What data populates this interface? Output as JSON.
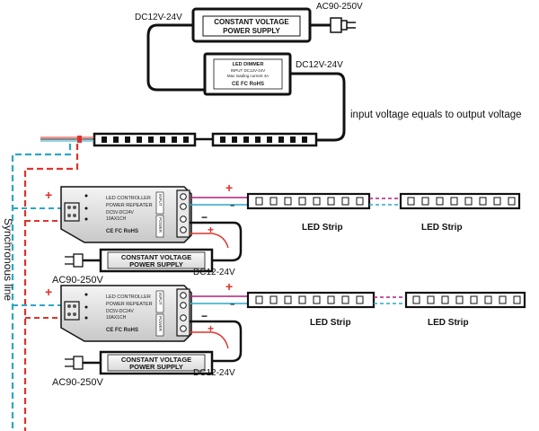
{
  "top": {
    "psu_label_1": "CONSTANT VOLTAGE",
    "psu_label_2": "POWER SUPPLY",
    "dc_in_label": "DC12V-24V",
    "ac_in_label": "AC90-250V",
    "dimmer_title": "LED DIMMER",
    "dimmer_spec_1": "INPUT    DC12V-24V",
    "dimmer_spec_2": "Max loading current 4A",
    "dimmer_cert": "CE FC RoHS",
    "dimmer_out_label": "DC12V-24V",
    "note": "input voltage equals to output voltage"
  },
  "side_label": "Synchronous line",
  "units": [
    {
      "controller_lines": [
        "LED CONTROLLER",
        "POWER REPEATER",
        "DC5V-DC24V",
        "10AX1CH"
      ],
      "controller_cert": "CE FC RoHS",
      "input_label": "INPUT",
      "power_label": "POWER",
      "plus": "+",
      "minus": "−",
      "strip_label_1": "LED Strip",
      "strip_label_2": "LED Strip",
      "psu_label_1": "CONSTANT VOLTAGE",
      "psu_label_2": "POWER SUPPLY",
      "ac_label": "AC90-250V",
      "dc_label": "DC12-24V"
    },
    {
      "controller_lines": [
        "LED CONTROLLER",
        "POWER REPEATER",
        "DC5V-DC24V",
        "10AX1CH"
      ],
      "controller_cert": "CE FC RoHS",
      "input_label": "INPUT",
      "power_label": "POWER",
      "plus": "+",
      "minus": "−",
      "strip_label_1": "LED Strip",
      "strip_label_2": "LED Strip",
      "psu_label_1": "CONSTANT VOLTAGE",
      "psu_label_2": "POWER SUPPLY",
      "ac_label": "AC90-250V",
      "dc_label": "DC12-24V"
    }
  ],
  "colors": {
    "wire": "#111111",
    "positive": "#e0322b",
    "negative": "#2aa7c9",
    "accent": "#b0207a"
  }
}
